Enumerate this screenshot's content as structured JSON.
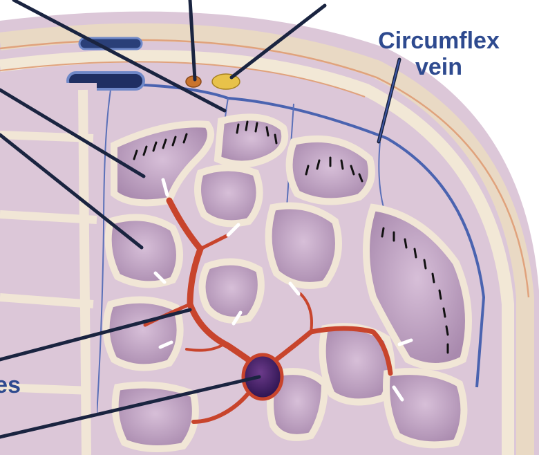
{
  "labels": {
    "circumflex_line1": "Circumflex",
    "circumflex_line2": "vein",
    "cut_left": "es"
  },
  "colors": {
    "label": "#2e4a8f",
    "leader": "#1a2440",
    "tissue": "#d9bfd6",
    "lobule": "#b89ab8",
    "septum": "#f1e6d6",
    "vessel": "#c8442c",
    "vein": "#3d57a6"
  }
}
